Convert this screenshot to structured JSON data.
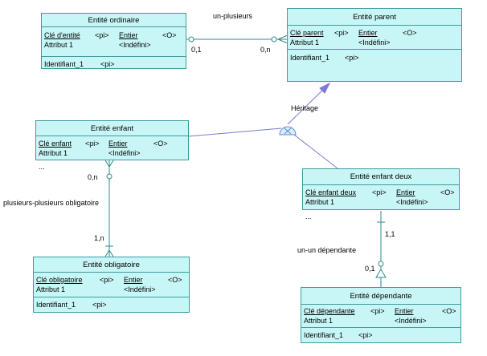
{
  "entities": {
    "ordinaire": {
      "title": "Entité ordinaire",
      "attrs": [
        {
          "name": "Clé d'entité",
          "pi": "<pi>",
          "type": "Entier",
          "mand": "<O>",
          "key": true
        },
        {
          "name": "Attribut 1",
          "pi": "",
          "type": "<Indéfini>",
          "mand": "",
          "key": false
        }
      ],
      "identifier": {
        "name": "Identifiant_1",
        "pi": "<pi>"
      }
    },
    "parent": {
      "title": "Entité parent",
      "attrs": [
        {
          "name": "Clé parent",
          "pi": "<pi>",
          "type": "Entier",
          "mand": "<O>",
          "key": true
        },
        {
          "name": "Attribut 1",
          "pi": "",
          "type": "<Indéfini>",
          "mand": "",
          "key": false
        }
      ],
      "identifier": {
        "name": "Identifiant_1",
        "pi": "<pi>"
      }
    },
    "enfant": {
      "title": "Entité enfant",
      "attrs": [
        {
          "name": "Clé enfant",
          "pi": "<pi>",
          "type": "Entier",
          "mand": "<O>",
          "key": true
        },
        {
          "name": "Attribut 1",
          "pi": "",
          "type": "<Indéfini>",
          "mand": "",
          "key": false
        }
      ],
      "ellipsis": "..."
    },
    "enfant_deux": {
      "title": "Entité enfant deux",
      "attrs": [
        {
          "name": "Clé enfant deux",
          "pi": "<pi>",
          "type": "Entier",
          "mand": "<O>",
          "key": true
        },
        {
          "name": "Attribut 1",
          "pi": "",
          "type": "<Indéfini>",
          "mand": "",
          "key": false
        }
      ],
      "ellipsis": "..."
    },
    "obligatoire": {
      "title": "Entité obligatoire",
      "attrs": [
        {
          "name": "Clé obligatoire",
          "pi": "<pi>",
          "type": "Entier",
          "mand": "<O>",
          "key": true
        },
        {
          "name": "Attribut 1",
          "pi": "",
          "type": "<Indéfini>",
          "mand": "",
          "key": false
        }
      ],
      "identifier": {
        "name": "Identifiant_1",
        "pi": "<pi>"
      }
    },
    "dependante": {
      "title": "Entité dépendante",
      "attrs": [
        {
          "name": "Clé dépendante",
          "pi": "<pi>",
          "type": "Entier",
          "mand": "<O>",
          "key": true
        },
        {
          "name": "Attribut 1",
          "pi": "",
          "type": "<Indéfini>",
          "mand": "",
          "key": false
        }
      ],
      "identifier": {
        "name": "Identifiant_1",
        "pi": "<pi>"
      }
    }
  },
  "relationships": {
    "un_plusieurs": {
      "name": "un-plusieurs",
      "card_a": "0,1",
      "card_b": "0,n"
    },
    "plusieurs_plusieurs": {
      "name": "plusieurs-plusieurs obligatoire",
      "card_a": "0,n",
      "card_b": "1,n"
    },
    "un_un": {
      "name": "un-un dépendante",
      "card_a": "1,1",
      "card_b": "0,1"
    },
    "heritage": {
      "name": "Héritage"
    }
  },
  "colors": {
    "entity_fill": "#c8f6f6",
    "entity_border": "#3c9c9c",
    "link_line": "#7a7ad6"
  }
}
